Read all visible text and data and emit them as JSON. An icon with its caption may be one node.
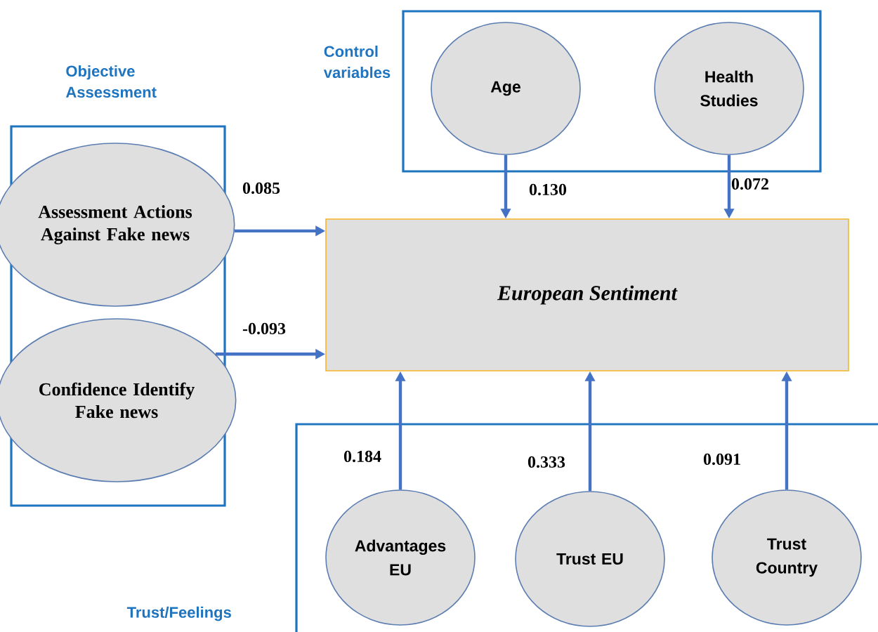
{
  "diagram": {
    "nodes": [
      {
        "text": [
          "Objective Assessment"
        ]
      },
      {
        "text": [
          "Assessment Actions Against Fake news"
        ],
        "in": 0
      },
      {
        "text": [
          "Confidence Identify Fake news"
        ],
        "in": 0
      },
      {
        "text": [
          "Control variables"
        ]
      },
      {
        "text": [
          "Age"
        ],
        "in": 3
      },
      {
        "text": [
          "Health Studies"
        ],
        "in": 3
      },
      {
        "text": [
          "European Sentiment"
        ]
      },
      {
        "text": [
          "Trust/Feelings"
        ]
      },
      {
        "text": [
          "Advantages EU"
        ],
        "in": 7
      },
      {
        "text": [
          "Trust EU"
        ],
        "in": 7
      },
      {
        "text": [
          "Trust Country"
        ],
        "in": 7
      }
    ],
    "edges": [
      {
        "from": 1,
        "to": 6,
        "arrow": "to",
        "label": "0.085"
      },
      {
        "from": 2,
        "to": 6,
        "arrow": "to",
        "label": "-0.093"
      },
      {
        "from": 4,
        "to": 6,
        "arrow": "to",
        "label": "0.130"
      },
      {
        "from": 5,
        "to": 6,
        "arrow": "to",
        "label": "0.072"
      },
      {
        "from": 8,
        "to": 6,
        "arrow": "to",
        "label": "0.184"
      },
      {
        "from": 9,
        "to": 6,
        "arrow": "to",
        "label": "0.333"
      },
      {
        "from": 10,
        "to": 6,
        "arrow": "to",
        "label": "0.091"
      }
    ]
  }
}
